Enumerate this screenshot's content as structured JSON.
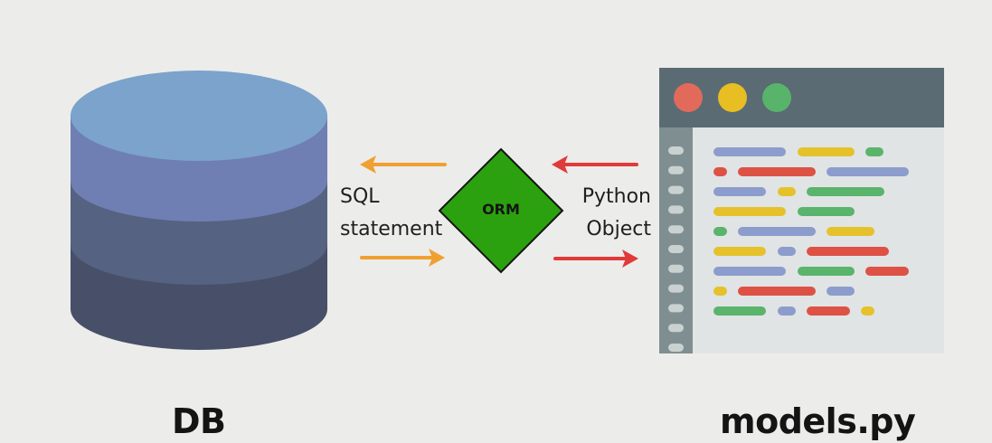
{
  "labels": {
    "sql_line1": "SQL",
    "sql_line2": "statement",
    "orm": "ORM",
    "python_line1": "Python",
    "python_line2": "Object",
    "db": "DB",
    "models": "models.py"
  },
  "colors": {
    "background": "#ececea",
    "db_top": "#7ba3cc",
    "db_layer1": "#6f7fb3",
    "db_layer2": "#566282",
    "db_layer3": "#475068",
    "orm_fill": "#2ca10f",
    "sql_arrow": "#f0a030",
    "python_arrow": "#e03a3a",
    "editor_titlebar": "#5a6b73",
    "editor_gutter": "#7f8f91",
    "editor_body": "#e1e4e4",
    "dot_red": "#e26a5a",
    "dot_yellow": "#e8be22",
    "dot_green": "#57b46a",
    "code_blue": "#8c9ccd",
    "code_yellow": "#e5c22b",
    "code_green": "#5ab46c",
    "code_red": "#dd5245"
  },
  "code_lines": [
    [
      "code_blue",
      "code_yellow",
      "code_green"
    ],
    [
      "code_red",
      "code_red",
      "code_blue"
    ],
    [
      "code_blue",
      "code_yellow",
      "code_green"
    ],
    [
      "code_yellow",
      "code_green"
    ],
    [
      "code_green",
      "code_blue",
      "code_yellow"
    ],
    [
      "code_yellow",
      "code_blue",
      "code_red"
    ],
    [
      "code_blue",
      "code_green",
      "code_red"
    ],
    [
      "code_yellow",
      "code_red",
      "code_blue"
    ],
    [
      "code_green",
      "code_blue",
      "code_red",
      "code_yellow"
    ]
  ]
}
